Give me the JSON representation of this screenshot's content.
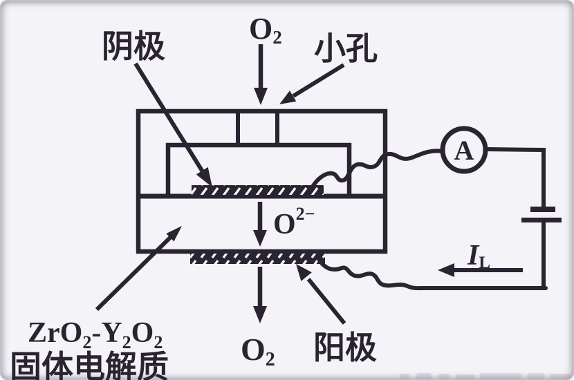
{
  "sensor": {
    "cathode_label": "阴极",
    "small_hole_label": "小孔",
    "anode_label": "阳极",
    "oxygen_top": {
      "symbol": "O",
      "subscript": "2"
    },
    "oxygen_bottom": {
      "symbol": "O",
      "subscript": "2"
    },
    "oxide_ion": {
      "symbol": "O",
      "superscript": "2−"
    },
    "electrolyte": {
      "formula": {
        "part1": "ZrO",
        "sub1": "2",
        "part2": "-Y",
        "sub2": "2",
        "part3": "O",
        "sub3": "2"
      },
      "name": "固体电解质"
    }
  },
  "circuit": {
    "ammeter_label": "A",
    "current": {
      "symbol": "I",
      "subscript": "L"
    }
  },
  "colors": {
    "ink": "#2a2330",
    "paper": "#f4f3f7"
  }
}
